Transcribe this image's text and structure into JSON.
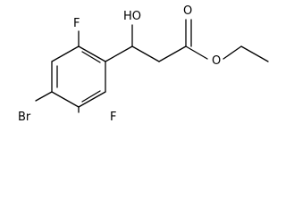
{
  "structure": {
    "atoms": {
      "f_top": "F",
      "f_bottom": "F",
      "br": "Br",
      "oh": "HO",
      "carbonyl_o": "O",
      "ester_o": "O"
    }
  }
}
